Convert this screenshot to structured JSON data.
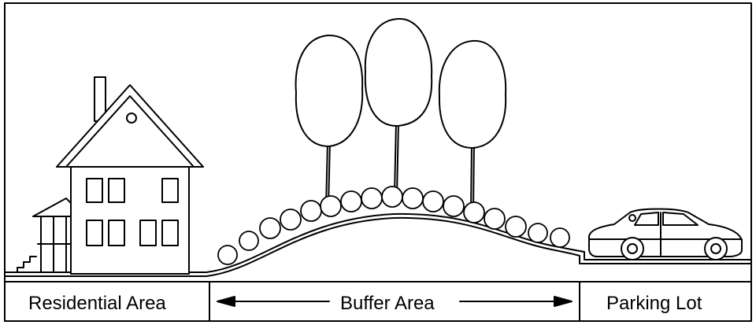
{
  "labels": {
    "residential": "Residential Area",
    "buffer": "Buffer Area",
    "parking": "Parking Lot"
  },
  "colors": {
    "ink": "#000000",
    "background": "#ffffff"
  }
}
